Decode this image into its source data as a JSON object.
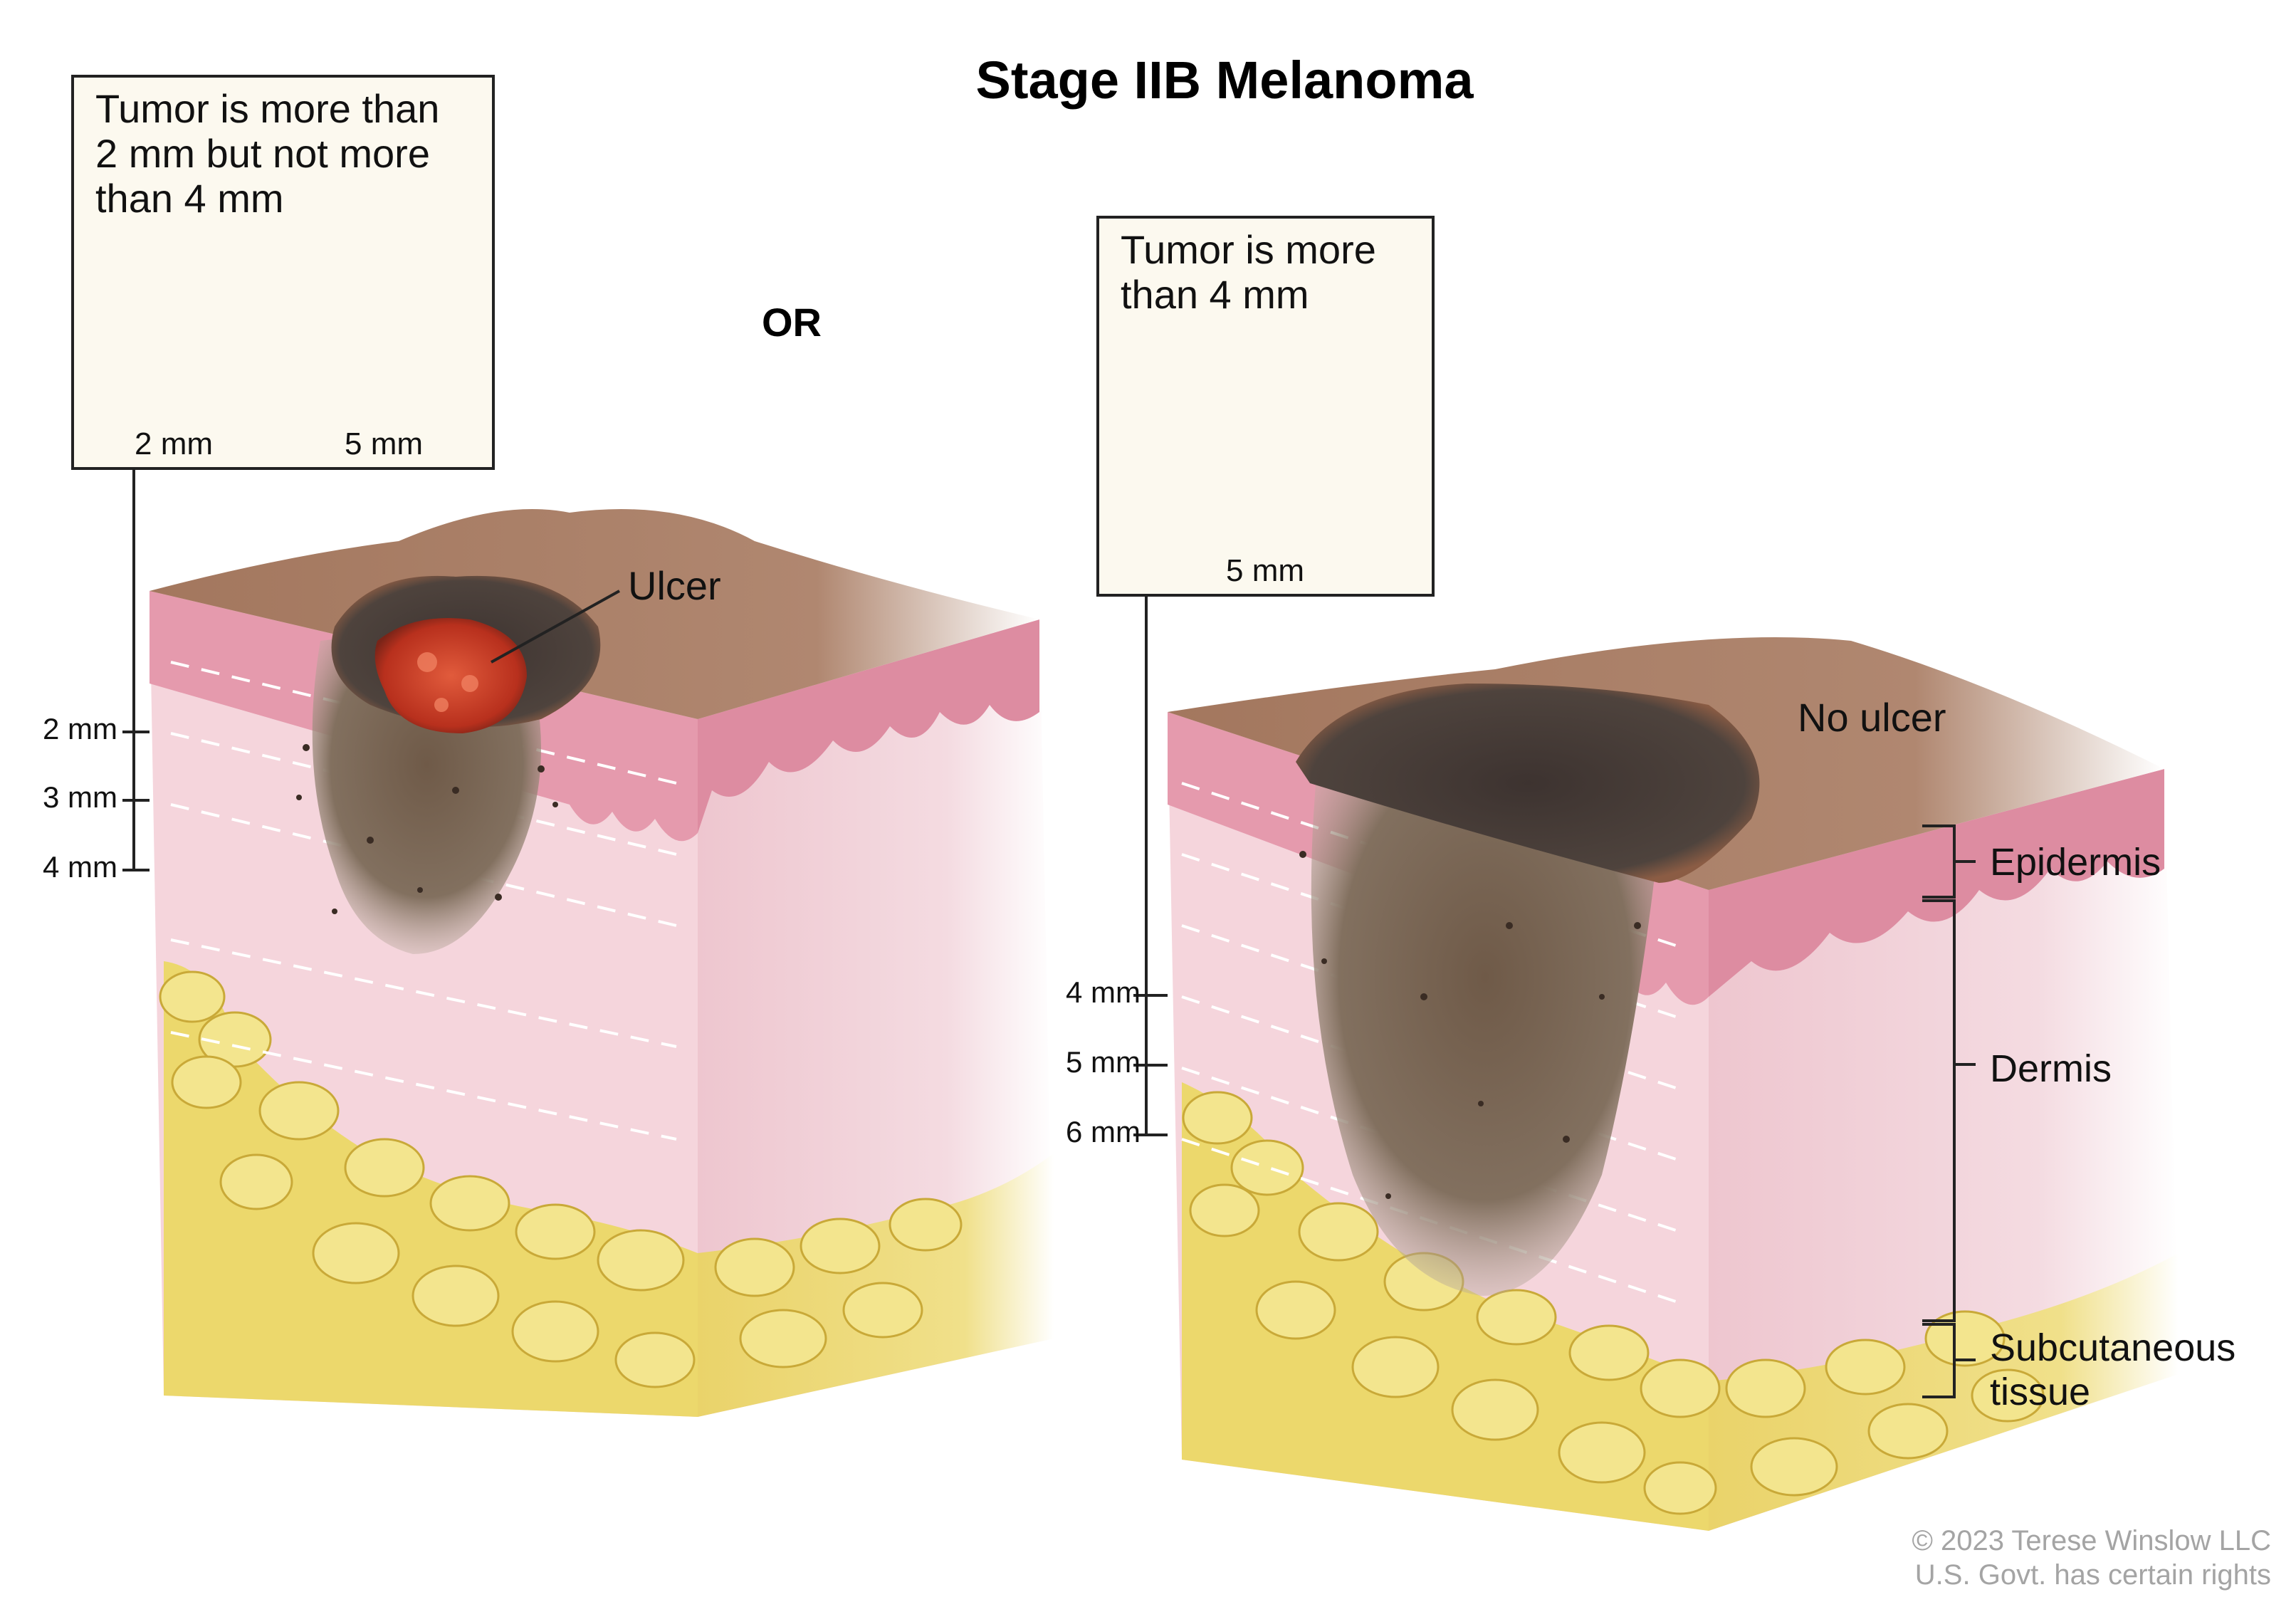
{
  "title": "Stage IIB Melanoma",
  "or_label": "OR",
  "left_panel": {
    "callout_text": "Tumor is more than\n2 mm but not more\nthan 4 mm",
    "crayon_label": "2 mm",
    "eraser_label": "5 mm",
    "ulcer_label": "Ulcer",
    "depth_labels": [
      "2 mm",
      "3 mm",
      "4 mm"
    ]
  },
  "right_panel": {
    "callout_text": "Tumor is more\nthan 4 mm",
    "eraser_label": "5 mm",
    "no_ulcer_label": "No ulcer",
    "depth_labels": [
      "4 mm",
      "5 mm",
      "6 mm"
    ],
    "layers": {
      "epidermis": "Epidermis",
      "dermis": "Dermis",
      "subcutaneous": "Subcutaneous\ntissue"
    }
  },
  "copyright": {
    "line1": "© 2023 Terese Winslow LLC",
    "line2": "U.S. Govt. has certain rights"
  },
  "colors": {
    "skin_surface": "#a3775e",
    "epidermis": "#e39aac",
    "dermis": "#f6d7de",
    "fat": "#eedc6e",
    "tumor": "#6b5849",
    "ulcer": "#c83a22",
    "crayon": "#e2522d",
    "pencil": "#ecc048",
    "eraser": "#e07580"
  }
}
